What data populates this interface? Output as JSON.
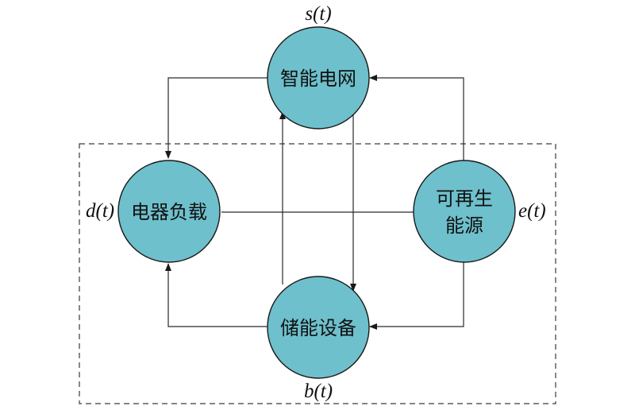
{
  "nodes": {
    "grid": {
      "label": "智能电网",
      "var": "s(t)"
    },
    "load": {
      "label": "电器负载",
      "var": "d(t)"
    },
    "renewable": {
      "label_line1": "可再生",
      "label_line2": "能源",
      "var": "e(t)"
    },
    "storage": {
      "label": "储能设备",
      "var": "b(t)"
    }
  },
  "colors": {
    "node_fill": "#6ec0cc",
    "stroke": "#1a1a1a",
    "background": "#ffffff"
  }
}
